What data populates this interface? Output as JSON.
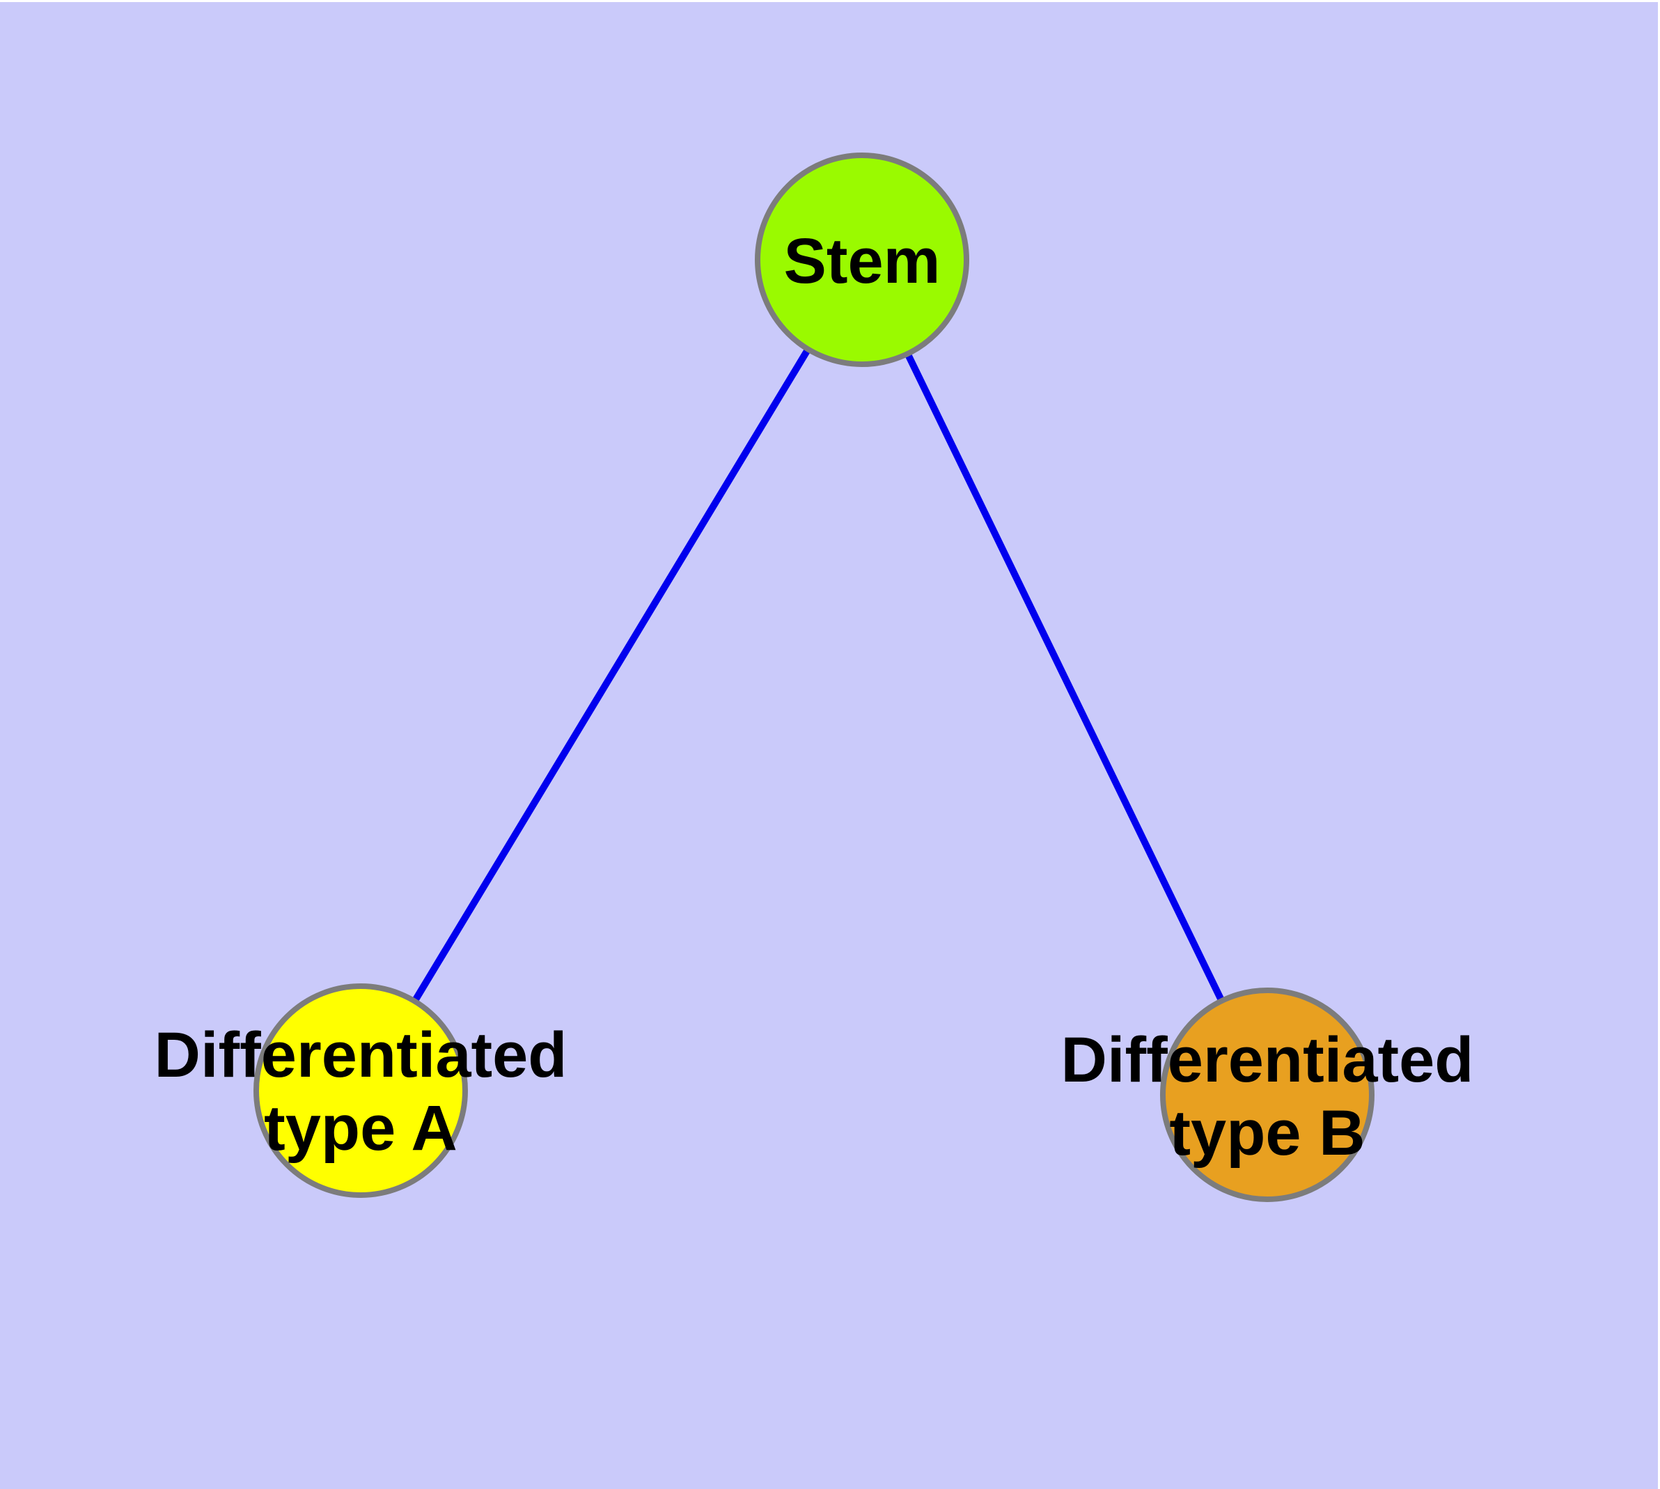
{
  "figure": {
    "type": "graph-diagram",
    "background_color": "#CACAFA",
    "edge_color": "#0000EE",
    "node_border_color": "#7C7C7C",
    "label_color": "#000000",
    "nodes": [
      {
        "id": "stem",
        "label": "Stem",
        "fill": "#9AFA00"
      },
      {
        "id": "differentiated-type-a",
        "label": "Differentiated type A",
        "label_line1": "Differentiated",
        "label_line2": "type A",
        "fill": "#FFFF00"
      },
      {
        "id": "differentiated-type-b",
        "label": "Differentiated type B",
        "label_line1": "Differentiated",
        "label_line2": "type B",
        "fill": "#E8A020"
      }
    ],
    "edges": [
      {
        "from": "stem",
        "to": "differentiated-type-a",
        "color": "#0000EE"
      },
      {
        "from": "stem",
        "to": "differentiated-type-b",
        "color": "#0000EE"
      }
    ]
  }
}
